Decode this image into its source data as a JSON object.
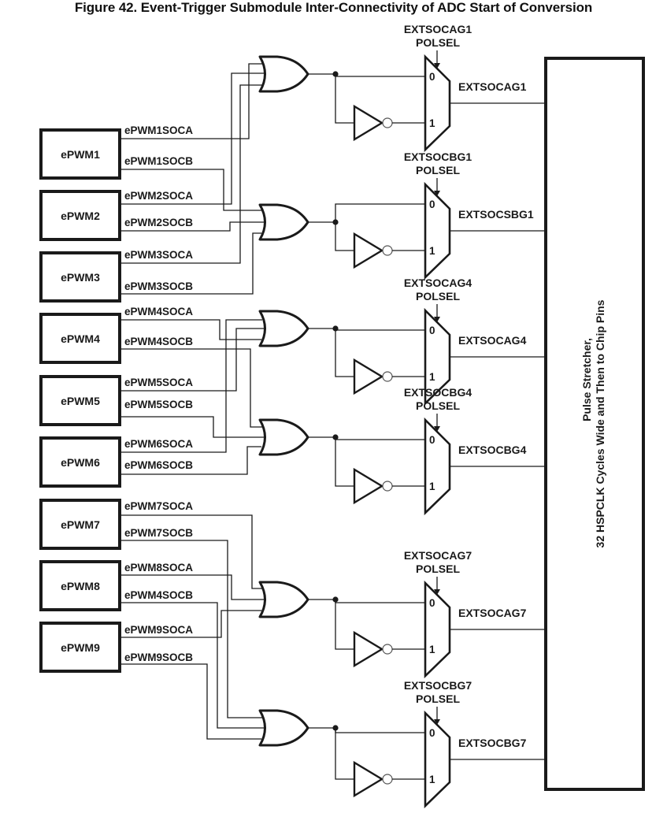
{
  "figure": {
    "title": "Figure 42. Event-Trigger Submodule Inter-Connectivity of ADC Start of Conversion"
  },
  "epwm_modules": [
    {
      "name": "ePWM1",
      "soca": "ePWM1SOCA",
      "socb": "ePWM1SOCB"
    },
    {
      "name": "ePWM2",
      "soca": "ePWM2SOCA",
      "socb": "ePWM2SOCB"
    },
    {
      "name": "ePWM3",
      "soca": "ePWM3SOCA",
      "socb": "ePWM3SOCB"
    },
    {
      "name": "ePWM4",
      "soca": "ePWM4SOCA",
      "socb": "ePWM4SOCB"
    },
    {
      "name": "ePWM5",
      "soca": "ePWM5SOCA",
      "socb": "ePWM5SOCB"
    },
    {
      "name": "ePWM6",
      "soca": "ePWM6SOCA",
      "socb": "ePWM6SOCB"
    },
    {
      "name": "ePWM7",
      "soca": "ePWM7SOCA",
      "socb": "ePWM7SOCB"
    },
    {
      "name": "ePWM8",
      "soca": "ePWM8SOCA",
      "socb": "ePWM4SOCB"
    },
    {
      "name": "ePWM9",
      "soca": "ePWM9SOCA",
      "socb": "ePWM9SOCB"
    }
  ],
  "groups": [
    {
      "polsel_line1": "EXTSOCAG1",
      "polsel_line2": "POLSEL",
      "output": "EXTSOCAG1",
      "in0": "0",
      "in1": "1"
    },
    {
      "polsel_line1": "EXTSOCBG1",
      "polsel_line2": "POLSEL",
      "output": "EXTSOCSBG1",
      "in0": "0",
      "in1": "1"
    },
    {
      "polsel_line1": "EXTSOCAG4",
      "polsel_line2": "POLSEL",
      "output": "EXTSOCAG4",
      "in0": "0",
      "in1": "1"
    },
    {
      "polsel_line1": "EXTSOCBG4",
      "polsel_line2": "POLSEL",
      "output": "EXTSOCBG4",
      "in0": "0",
      "in1": "1"
    },
    {
      "polsel_line1": "EXTSOCAG7",
      "polsel_line2": "POLSEL",
      "output": "EXTSOCAG7",
      "in0": "0",
      "in1": "1"
    },
    {
      "polsel_line1": "EXTSOCBG7",
      "polsel_line2": "POLSEL",
      "output": "EXTSOCBG7",
      "in0": "0",
      "in1": "1"
    }
  ],
  "pulse_stretcher": {
    "line1": "Pulse Stretcher,",
    "line2": "32 HSPCLK Cycles Wide and Then to Chip Pins"
  }
}
